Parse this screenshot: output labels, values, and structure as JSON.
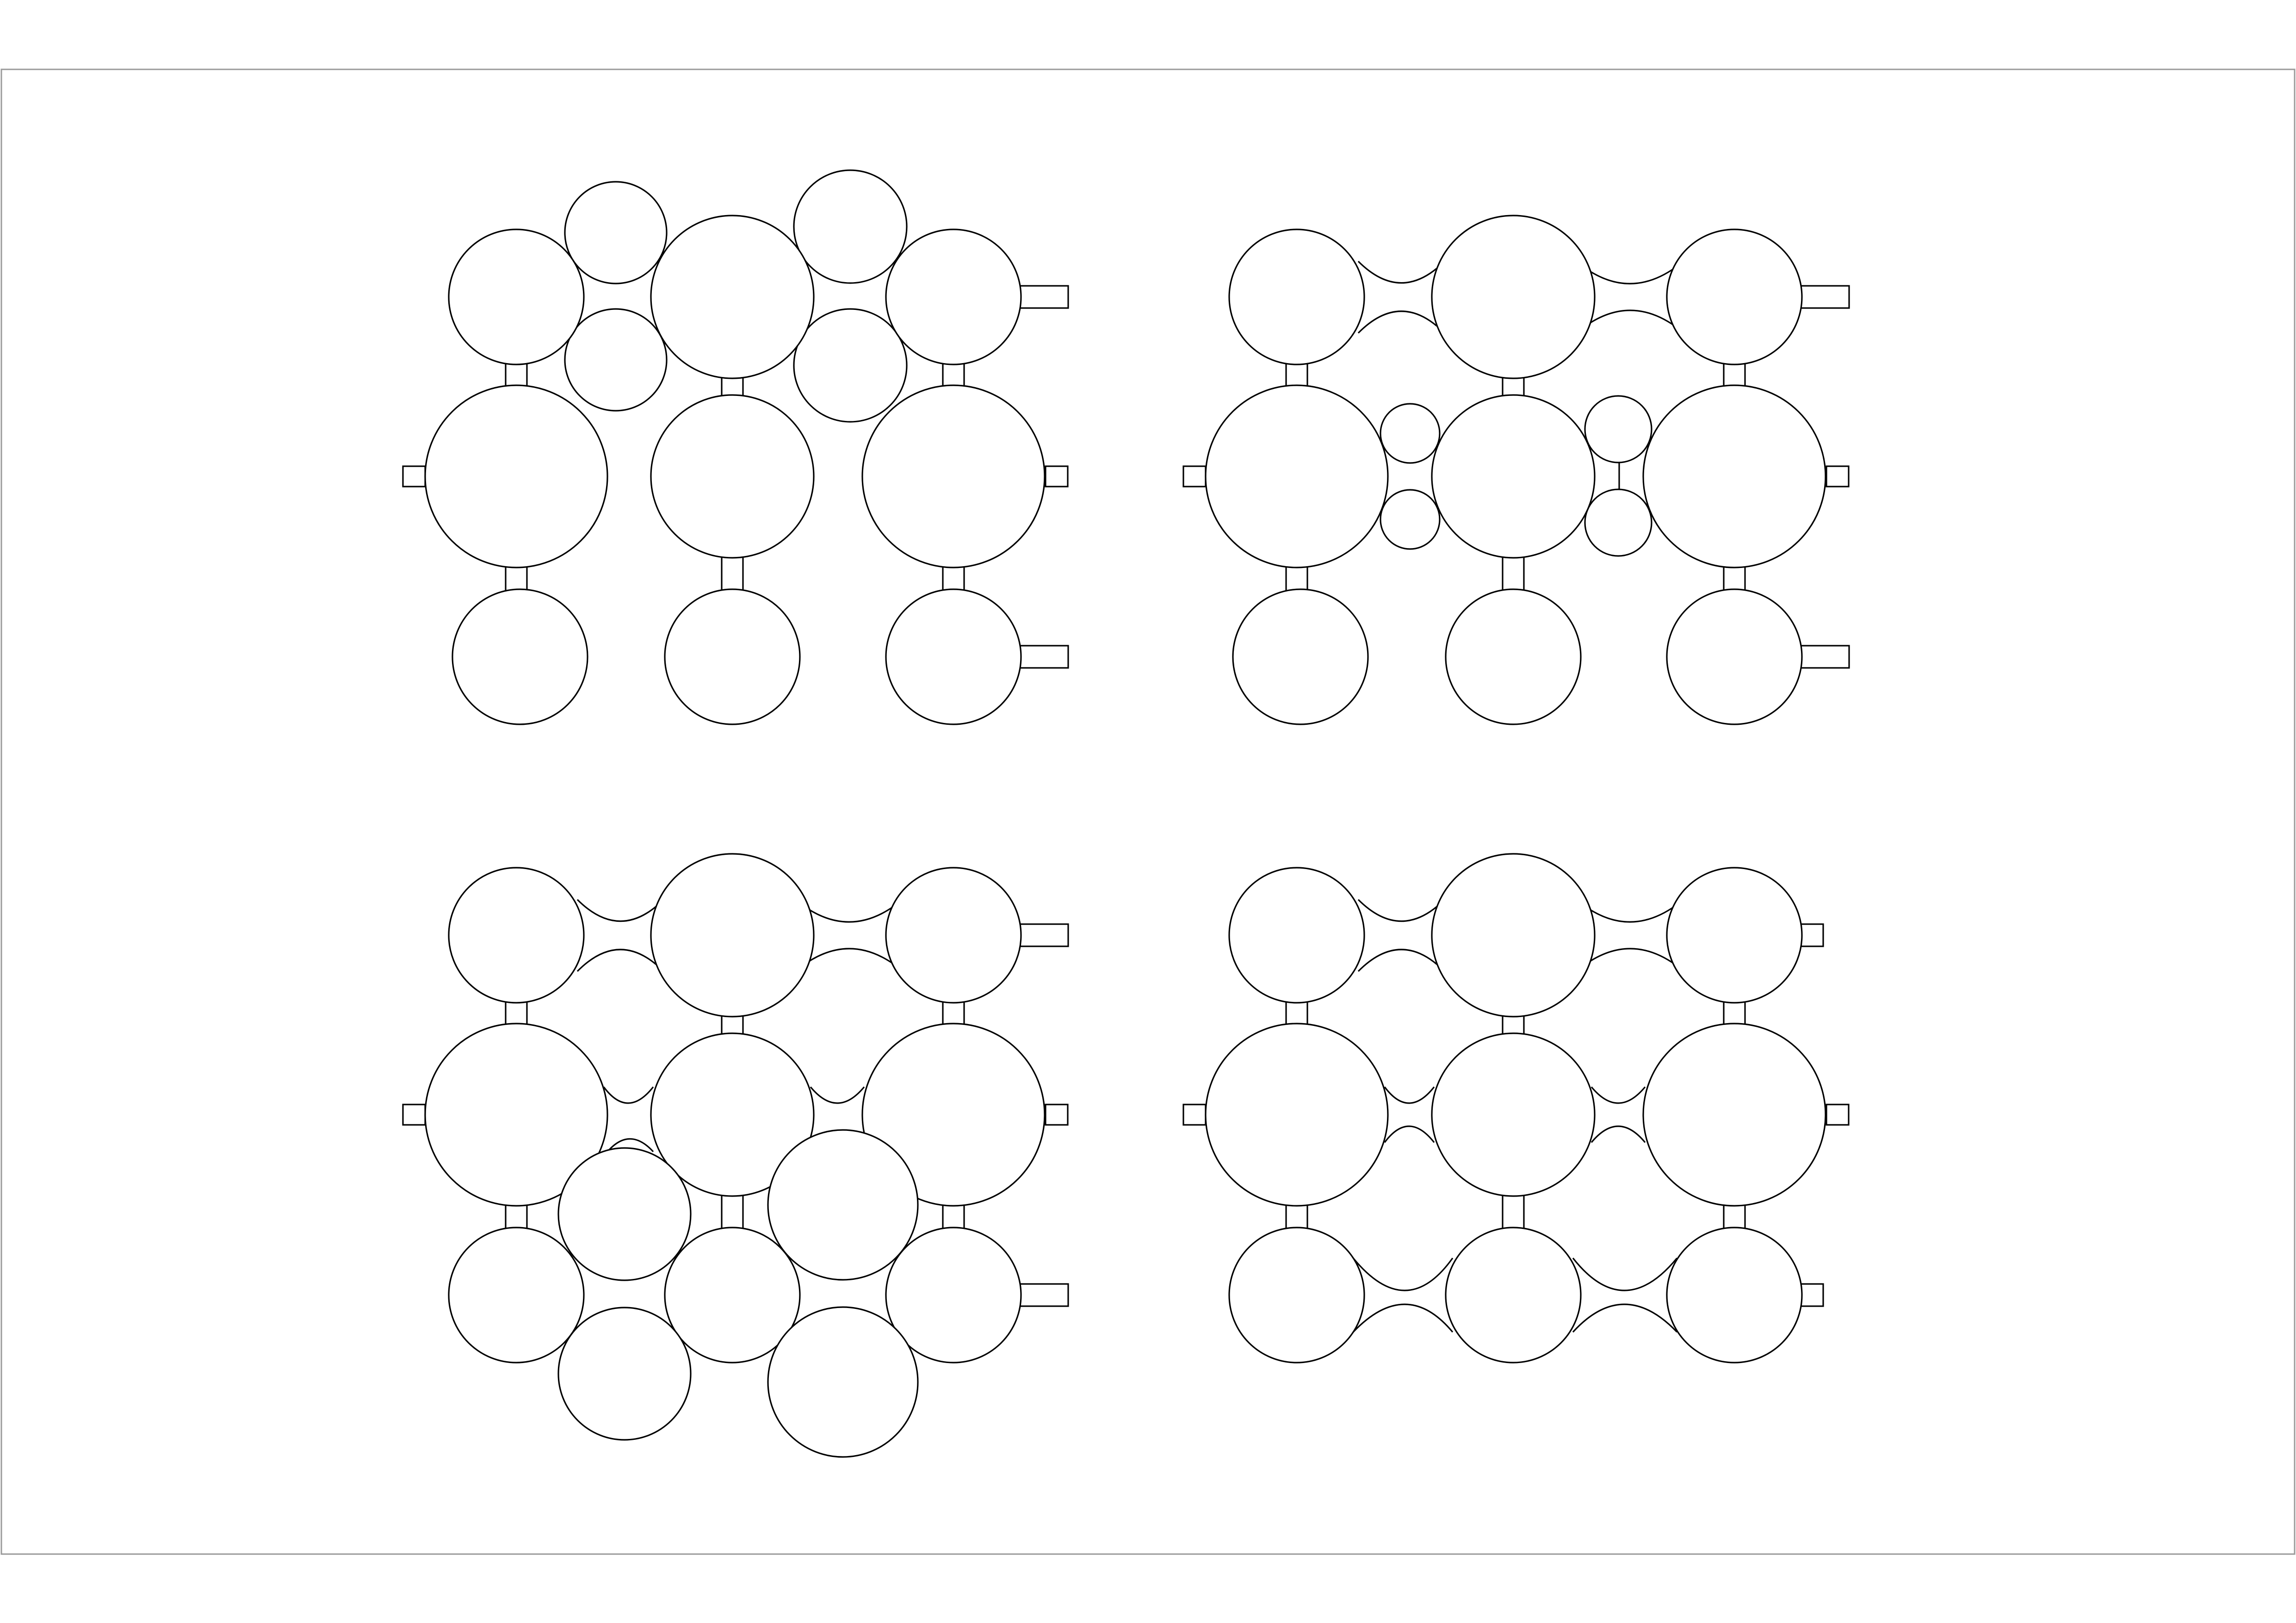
{
  "figure": {
    "title": "",
    "line_color": "#000000",
    "frame_color": "#9a9a9a",
    "background": "#ffffff"
  },
  "variants": [
    {
      "id": "variant-1",
      "description": ""
    },
    {
      "id": "variant-2",
      "description": ""
    },
    {
      "id": "variant-3",
      "description": ""
    },
    {
      "id": "variant-4",
      "description": ""
    }
  ]
}
